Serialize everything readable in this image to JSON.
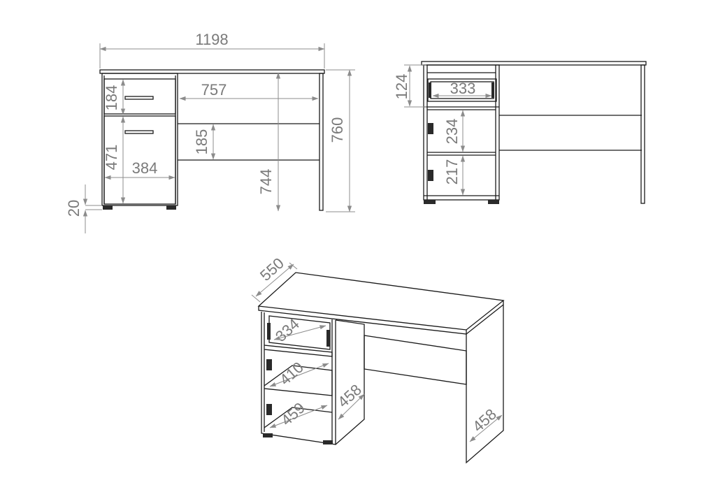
{
  "dimensions": {
    "overall_width": "1198",
    "left_opening_width": "757",
    "overall_height": "760",
    "leg_height": "744",
    "rail_height": "185",
    "top_drawer_height": "184",
    "cabinet_height": "471",
    "cabinet_width": "384",
    "foot_height": "20",
    "side_drawer_height": "124",
    "side_drawer_width": "333",
    "side_shelf_1": "234",
    "side_shelf_2": "217",
    "iso_depth": "550",
    "iso_drawer": "334",
    "iso_shelf_1": "410",
    "iso_shelf_2": "459",
    "iso_cabinet_depth": "458",
    "iso_side_depth": "458"
  },
  "colors": {
    "line": "#1a1a1a",
    "dimension": "#8c8c8c",
    "dimension_text": "#7a7a7a"
  }
}
